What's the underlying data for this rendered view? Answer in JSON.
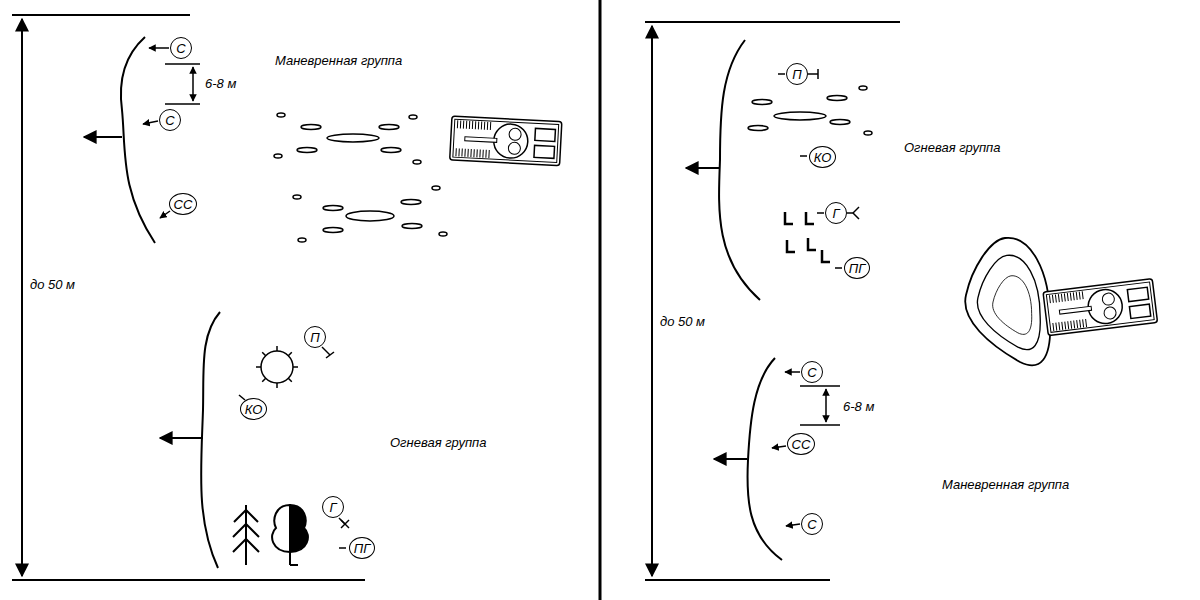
{
  "diagram": {
    "nodes": [
      {
        "text": [
          "С"
        ]
      },
      {
        "text": [
          "С"
        ]
      },
      {
        "text": [
          "СС"
        ]
      },
      {
        "text": [
          "П"
        ]
      },
      {
        "text": [
          "КО"
        ]
      },
      {
        "text": [
          "Г"
        ]
      },
      {
        "text": [
          "ПГ"
        ]
      },
      {
        "text": [
          "П"
        ]
      },
      {
        "text": [
          "КО"
        ]
      },
      {
        "text": [
          "Г"
        ]
      },
      {
        "text": [
          "ПГ"
        ]
      },
      {
        "text": [
          "С"
        ]
      },
      {
        "text": [
          "СС"
        ]
      },
      {
        "text": [
          "С"
        ]
      }
    ],
    "labels": [
      "Маневренная группа",
      "6-8 м",
      "до 50 м",
      "Огневая группа",
      "Огневая группа",
      "до 50 м",
      "6-8 м",
      "Маневренная группа"
    ]
  }
}
